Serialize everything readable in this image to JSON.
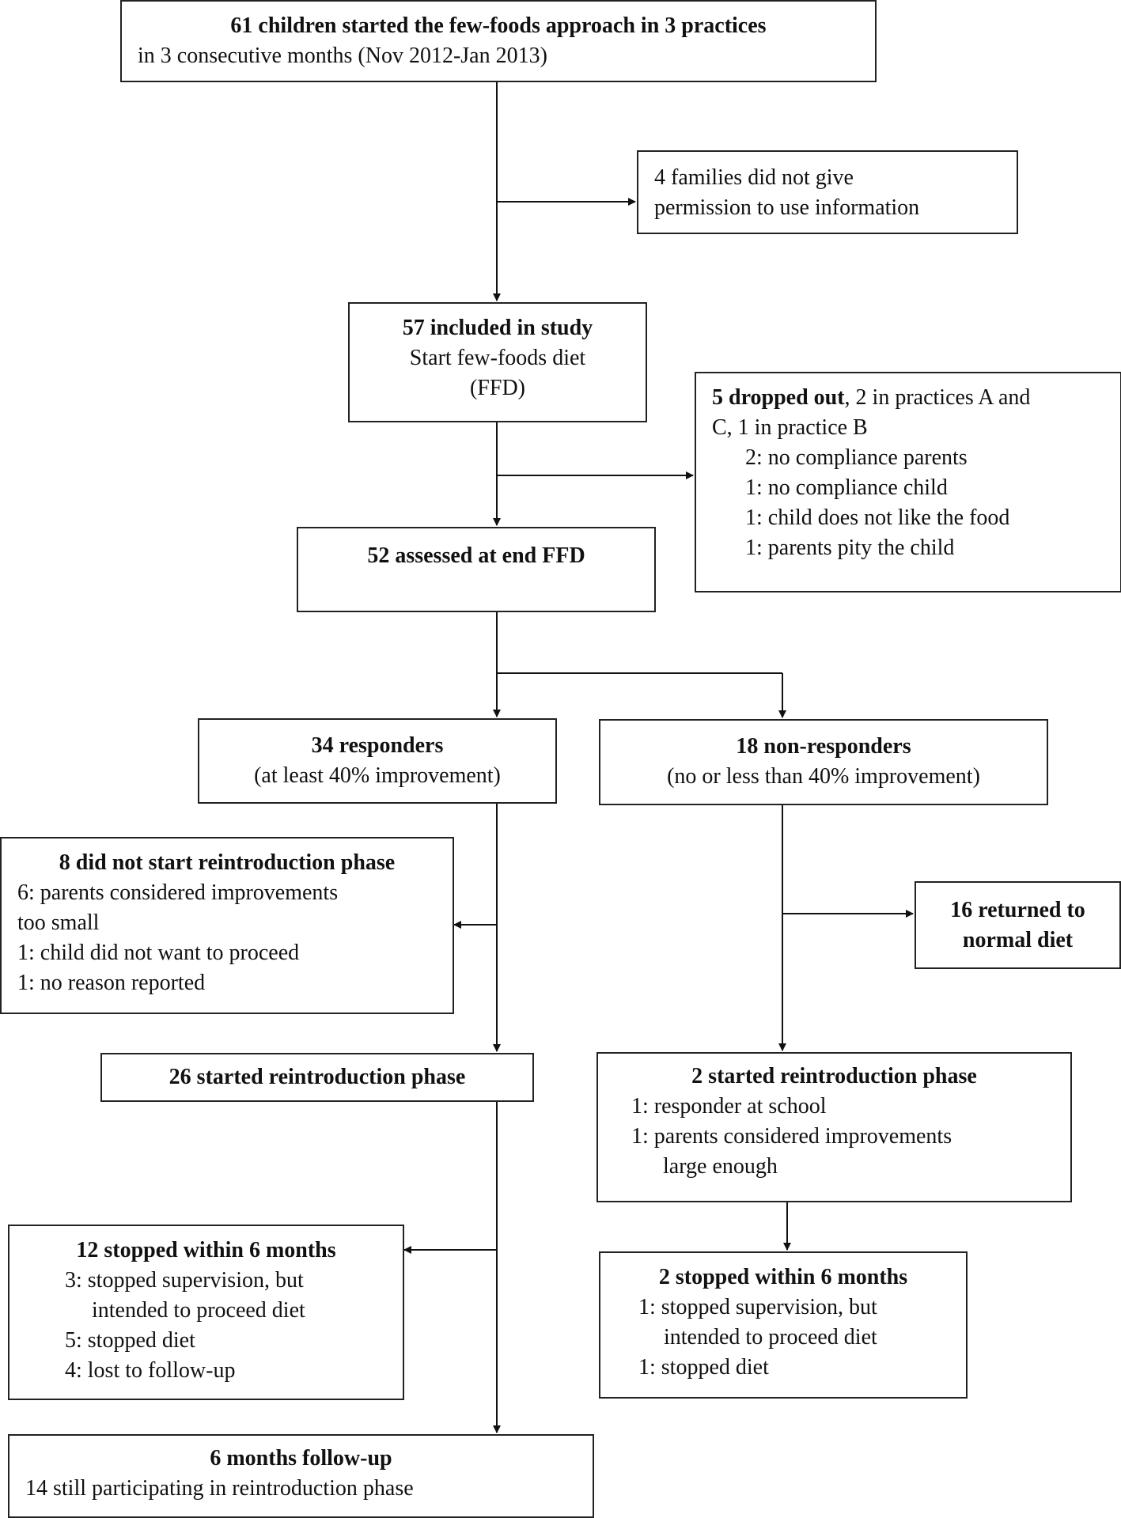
{
  "boxes": {
    "start": {
      "title": "61 children started the few-foods approach in 3 practices",
      "line1": "in 3 consecutive months (Nov 2012-Jan 2013)"
    },
    "no_permission": {
      "line1": "4 families did not give",
      "line2": "permission to use information"
    },
    "included": {
      "title": "57 included in study",
      "line1": "Start few-foods diet",
      "line2": "(FFD)"
    },
    "dropped": {
      "title": "5 dropped out",
      "title_rest": ", 2 in practices A and",
      "line1": "C, 1 in practice B",
      "reasons": [
        "2: no compliance parents",
        "1: no compliance child",
        "1: child does not like the food",
        "1: parents pity the child"
      ]
    },
    "assessed": {
      "title": "52 assessed at end FFD"
    },
    "responders": {
      "title": "34 responders",
      "line1": "(at least 40% improvement)"
    },
    "nonresponders": {
      "title": "18 non-responders",
      "line1": "(no or less than 40% improvement)"
    },
    "no_reintro": {
      "title": "8 did not start reintroduction phase",
      "lines": [
        "6: parents considered improvements",
        "too small",
        "1: child did not want to proceed",
        "1: no reason reported"
      ]
    },
    "returned": {
      "line1": "16 returned to",
      "line2": "normal diet"
    },
    "started26": {
      "title": "26 started reintroduction phase"
    },
    "started2": {
      "title": "2 started reintroduction phase",
      "lines": [
        "1:  responder at school",
        "1:  parents considered improvements",
        "large enough"
      ]
    },
    "stopped12": {
      "title": "12 stopped within 6 months",
      "lines": [
        "3: stopped supervision, but",
        "intended to proceed diet",
        "5: stopped diet",
        "4: lost to follow-up"
      ]
    },
    "stopped2": {
      "title": "2 stopped within 6 months",
      "lines": [
        "1: stopped supervision, but",
        "intended to proceed diet",
        "1: stopped diet"
      ]
    },
    "followup": {
      "title": "6 months follow-up",
      "line1": "14 still participating in reintroduction phase"
    }
  }
}
